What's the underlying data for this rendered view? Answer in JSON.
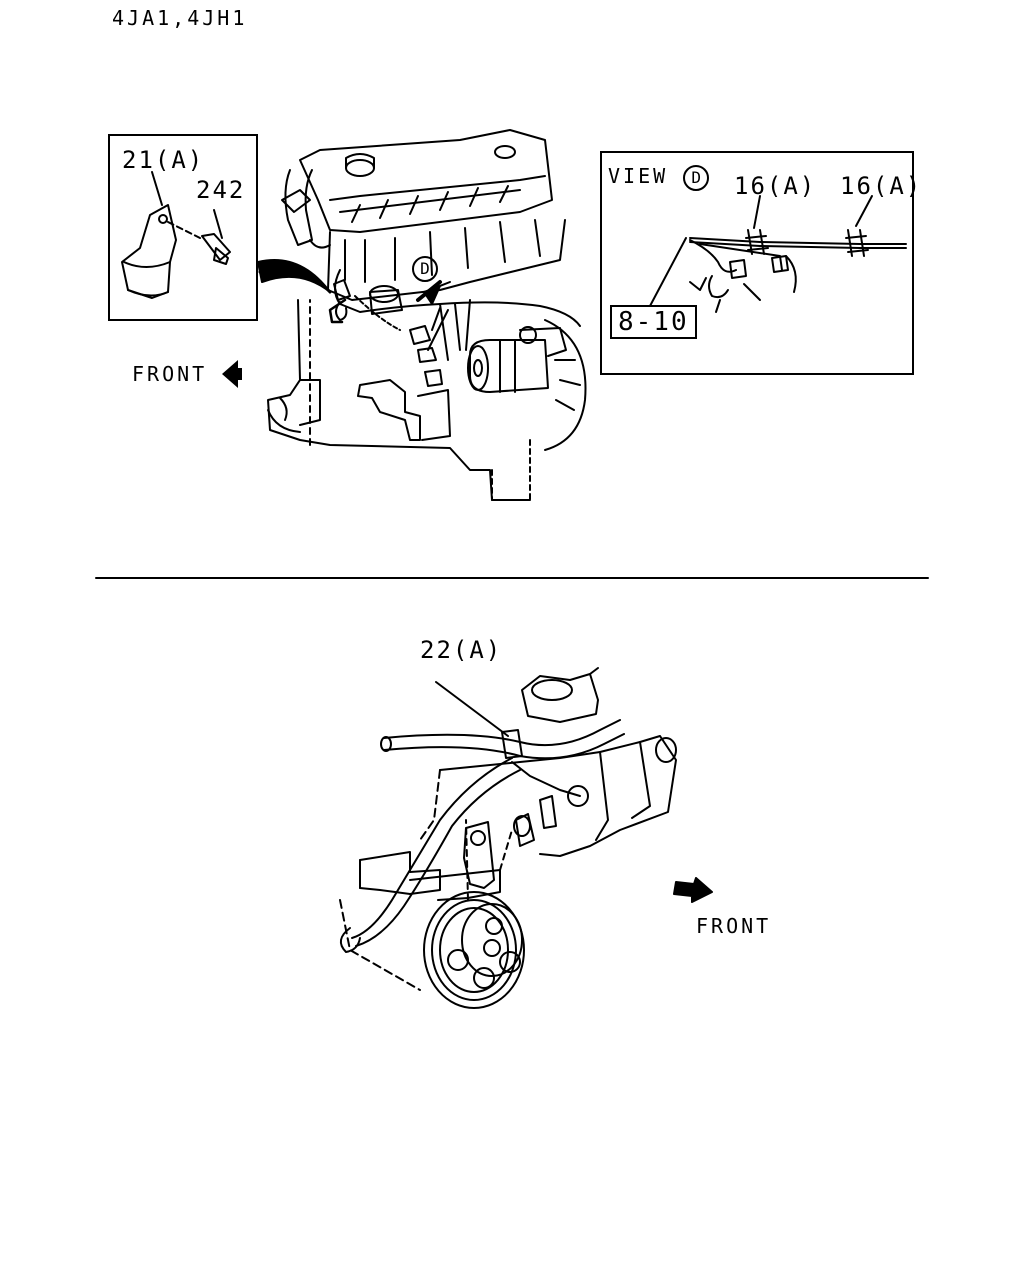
{
  "header": {
    "model_code": "4JA1,4JH1"
  },
  "top_view": {
    "inset_left": {
      "clip_label": "21(A)",
      "bolt_label": "242"
    },
    "view_marker": "D",
    "front_label": "FRONT",
    "view_d_panel": {
      "title": "VIEW",
      "title_marker": "D",
      "clip_label_1": "16(A)",
      "clip_label_2": "16(A)",
      "ref_box": "8-10"
    }
  },
  "bottom_view": {
    "clip_label": "22(A)",
    "front_label": "FRONT"
  }
}
